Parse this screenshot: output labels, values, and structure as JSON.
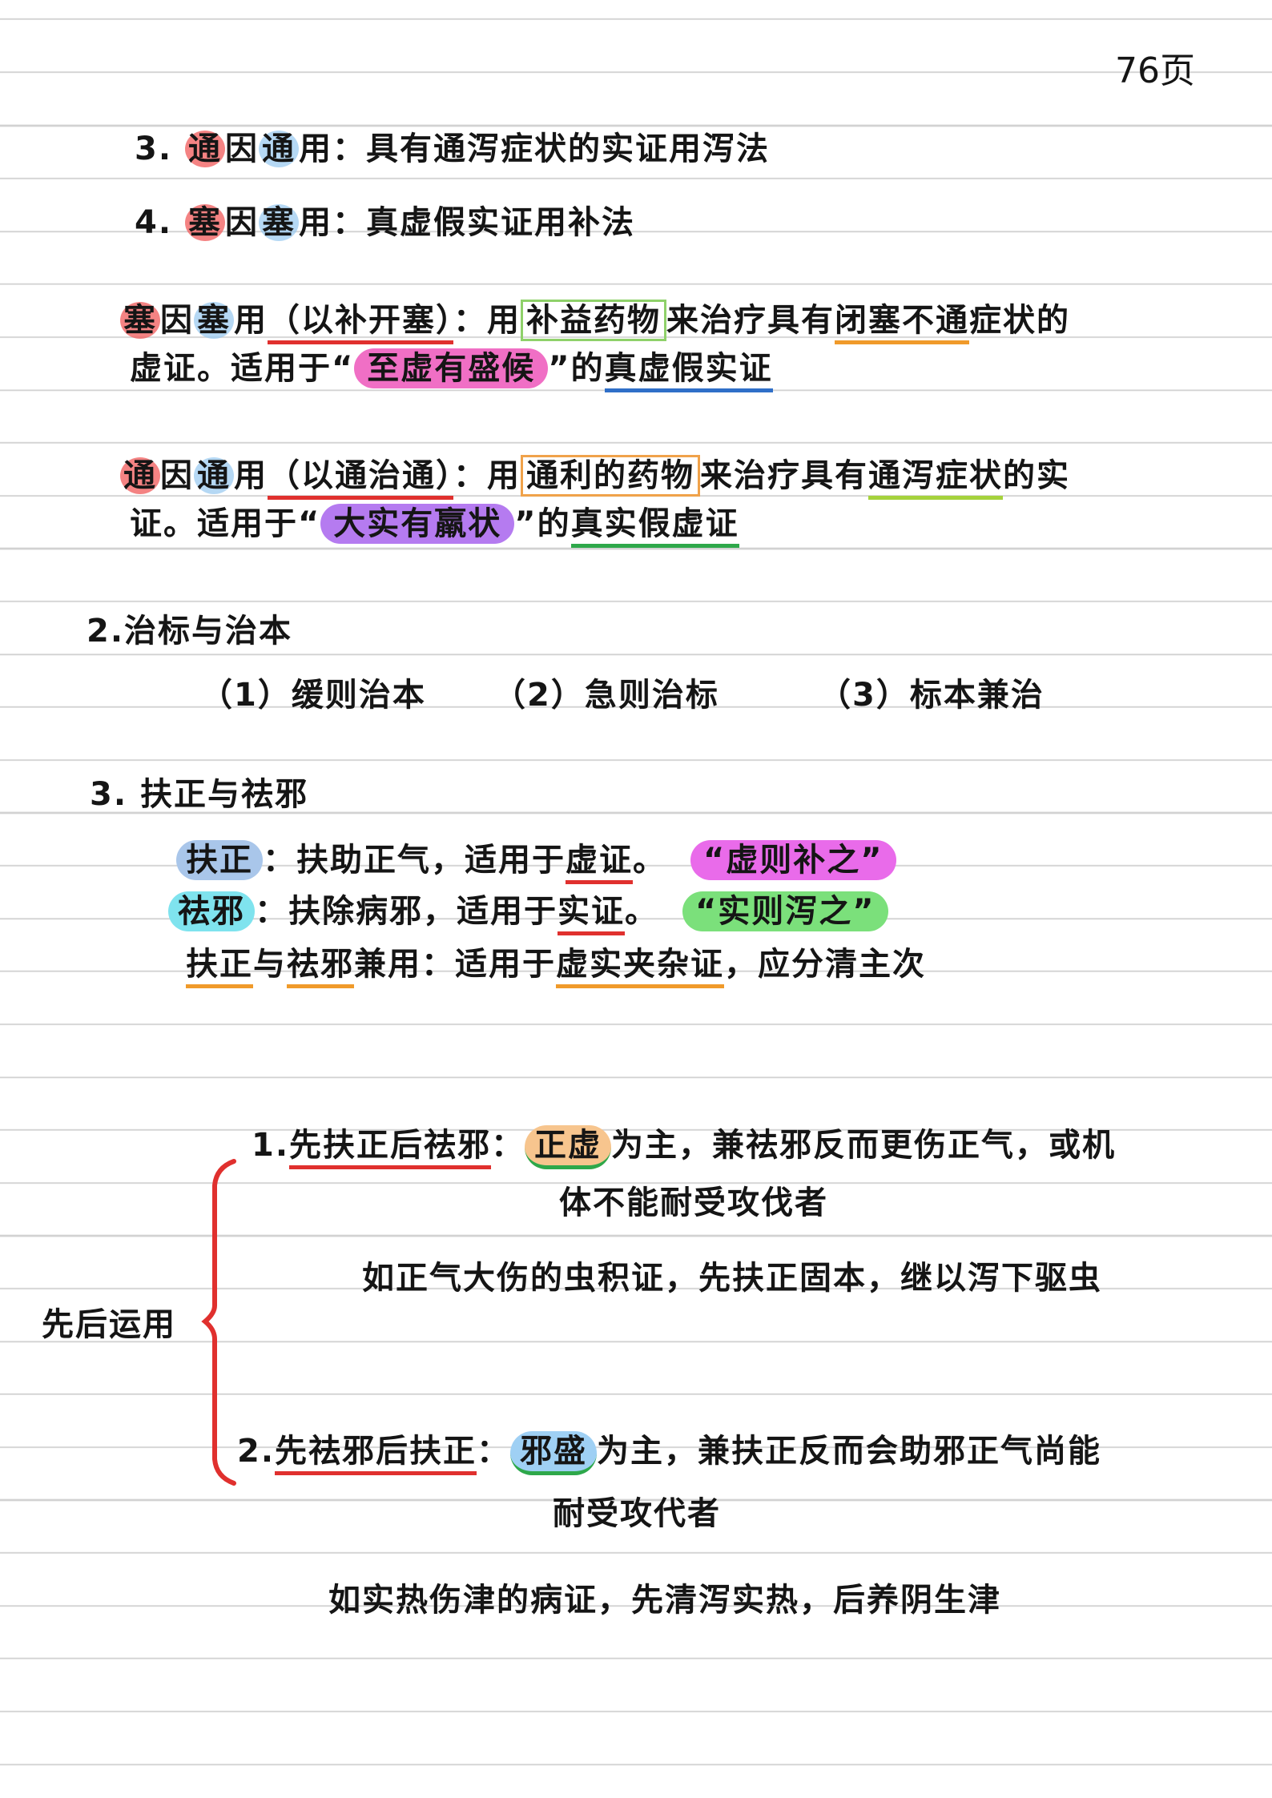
{
  "page_number": "76页",
  "sec1": {
    "item3_num": "3.",
    "item3_a": "通",
    "item3_b": "因",
    "item3_c": "通",
    "item3_d": "用",
    "item3_rest": "：具有通泻症状的实证用泻法",
    "item4_num": "4.",
    "item4_a": "塞",
    "item4_b": "因",
    "item4_c": "塞",
    "item4_d": "用",
    "item4_rest": "：真虚假实证用补法"
  },
  "sai": {
    "t1": "塞",
    "t2": "因",
    "t3": "塞",
    "t4": "用",
    "paren": "（以补开塞）",
    "colon": "：用",
    "box": "补益药物",
    "mid": "来治疗具有",
    "u1": "闭塞不通",
    "end1": "症状的",
    "l2a": "虚证。适用于“",
    "pill": "至虚有盛候",
    "l2b": "”的",
    "u2": "真虚假实证"
  },
  "tong": {
    "t1": "通",
    "t2": "因",
    "t3": "通",
    "t4": "用",
    "paren": "（以通治通）",
    "colon": "：用",
    "box": "通利的药物",
    "mid": "来治疗具有",
    "u1": "通泻症状",
    "end1": "的实",
    "l2a": "证。适用于“",
    "pill": "大实有羸状",
    "l2b": "”的",
    "u2": "真实假虚证"
  },
  "sec2": {
    "title": "2.治标与治本",
    "o1": "（1）缓则治本",
    "o2": "（2）急则治标",
    "o3": "（3）标本兼治"
  },
  "sec3": {
    "title": "3. 扶正与祛邪",
    "fz_label": "扶正",
    "fz_text": "：扶助正气，适用于",
    "fz_u": "虚证",
    "fz_end": "。",
    "fz_pill": "“虚则补之”",
    "qx_label": "祛邪",
    "qx_text": "：扶除病邪，适用于",
    "qx_u": "实证",
    "qx_end": "。",
    "qx_pill": "“实则泻之”",
    "both_u1": "扶正",
    "both_a": "与",
    "both_u2": "祛邪",
    "both_b": "兼用：适用于",
    "both_u3": "虚实夹杂证",
    "both_c": "，应分清主次"
  },
  "seq": {
    "label": "先后运用",
    "i1_num": "1.",
    "i1_title": "先扶正后祛邪",
    "i1_colon": "：",
    "i1_pill": "正虚",
    "i1_rest": "为主，兼祛邪反而更伤正气，或机",
    "i1_l2": "体不能耐受攻伐者",
    "i1_ex": "如正气大伤的虫积证，先扶正固本，继以泻下驱虫",
    "i2_num": "2.",
    "i2_title": "先祛邪后扶正",
    "i2_colon": "：",
    "i2_pill": "邪盛",
    "i2_rest": "为主，兼扶正反而会助邪正气尚能",
    "i2_l2": "耐受攻代者",
    "i2_ex": "如实热伤津的病证，先清泻实热，后养阴生津"
  }
}
